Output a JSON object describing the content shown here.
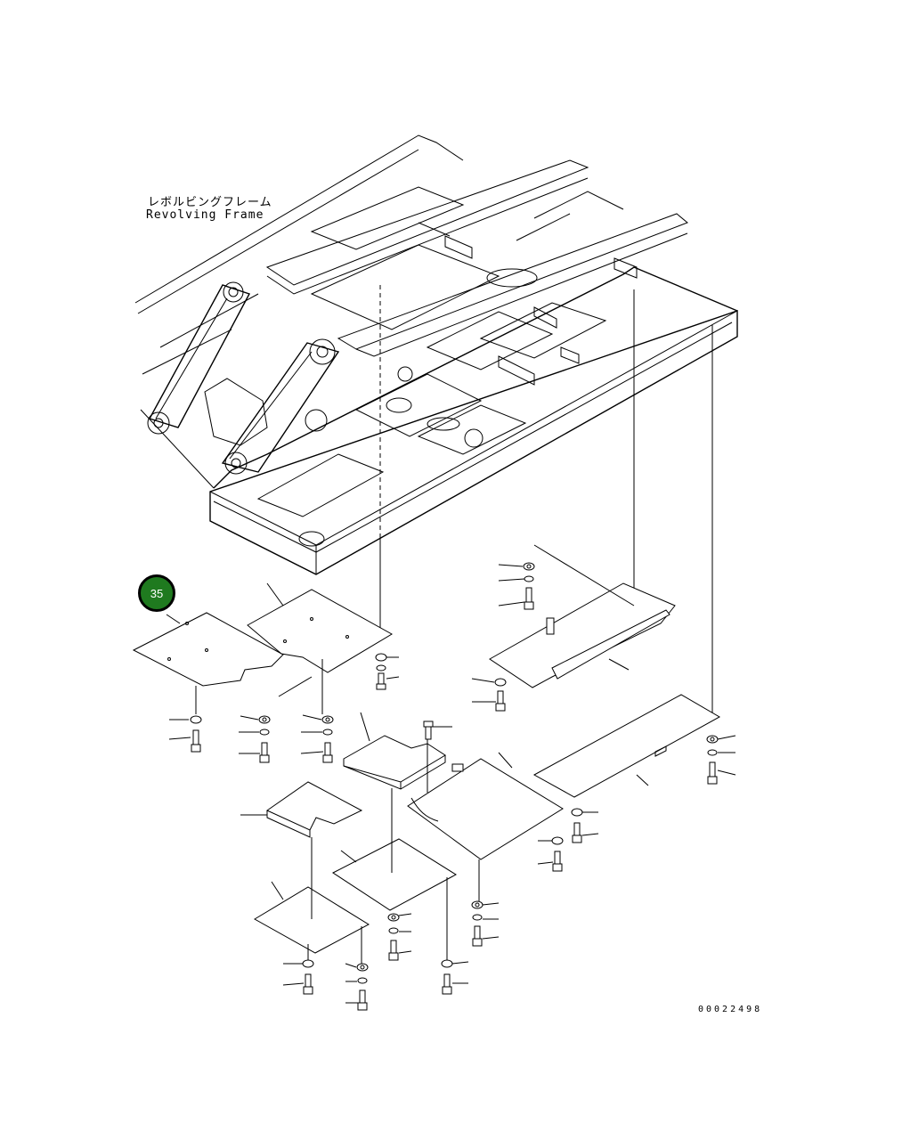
{
  "frame_label": {
    "japanese": "レボルビングフレーム",
    "english": "Revolving Frame"
  },
  "callout": {
    "number": "35",
    "color": "#1f7a1f"
  },
  "drawing_number": "00022498"
}
